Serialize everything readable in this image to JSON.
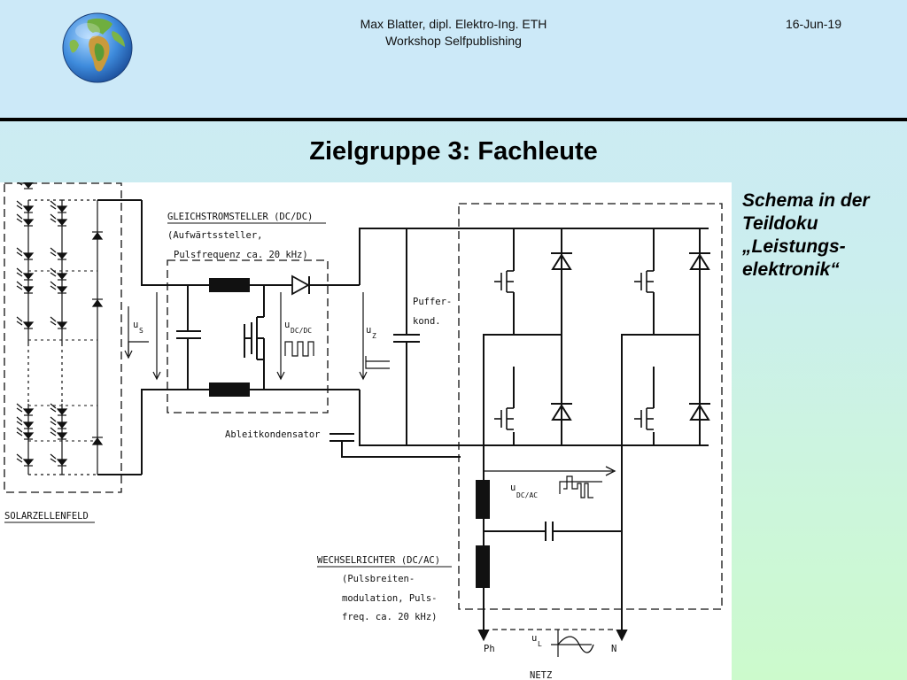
{
  "header": {
    "author": "Max Blatter, dipl. Elektro-Ing. ETH",
    "subtitle": "Workshop Selfpublishing",
    "date": "16-Jun-19"
  },
  "slide": {
    "title": "Zielgruppe 3: Fachleute",
    "side_note": [
      "Schema in der",
      "Teildoku",
      "„Leistungs-",
      "elektronik“"
    ]
  },
  "diagram": {
    "solar_field": "SOLARZELLENFELD",
    "dcdc_title": "GLEICHSTROMSTELLER (DC/DC)",
    "dcdc_line2": "(Aufwärtssteller,",
    "dcdc_line3": "Pulsfrequenz ca. 20 kHz)",
    "u_s": "u",
    "u_s_sub": "S",
    "u_dcdc": "u",
    "u_dcdc_sub": "DC/DC",
    "u_z": "u",
    "u_z_sub": "Z",
    "puffer1": "Puffer-",
    "puffer2": "kond.",
    "ableit": "Ableitkondensator",
    "u_dcac": "u",
    "u_dcac_sub": "DC/AC",
    "wr_title": "WECHSELRICHTER (DC/AC)",
    "wr_line2": "(Pulsbreiten-",
    "wr_line3": "modulation, Puls-",
    "wr_line4": "freq. ca. 20 kHz)",
    "u_l": "u",
    "u_l_sub": "L",
    "ph": "Ph",
    "n": "N",
    "netz": "NETZ"
  },
  "colors": {
    "header_bg": "#cce9f8",
    "header_rule": "#000000",
    "gradient_top": "#cce9f7",
    "gradient_bottom": "#ccfacc",
    "diagram_bg": "#ffffff"
  },
  "icons": {
    "logo": "globe-icon"
  }
}
